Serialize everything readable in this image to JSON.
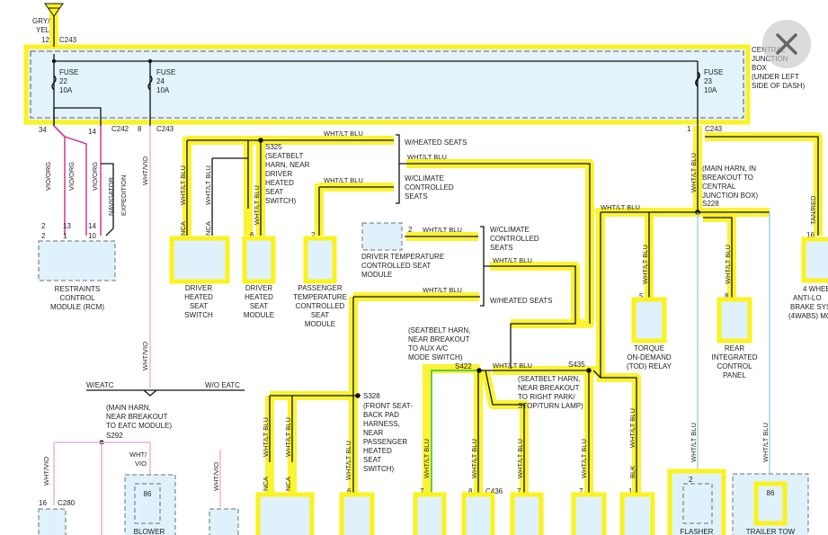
{
  "ground": {
    "label_1": "GRY/",
    "label_2": "YEL",
    "pin": "12",
    "conn": "C243"
  },
  "cjb": {
    "title_1": "CENTRAL",
    "title_2": "JUNCTION",
    "title_3": "BOX",
    "title_4": "(UNDER LEFT",
    "title_5": "SIDE OF DASH)"
  },
  "fuses": [
    {
      "label": "FUSE",
      "num": "22",
      "amp": "10A"
    },
    {
      "label": "FUSE",
      "num": "24",
      "amp": "10A"
    },
    {
      "label": "FUSE",
      "num": "23",
      "amp": "10A"
    }
  ],
  "conn_top": {
    "p34": "34",
    "p14": "14",
    "c242": "C242",
    "p8": "8",
    "c243a": "C243",
    "p1": "1",
    "c243b": "C243"
  },
  "wires": {
    "vio_org": "VIO/ORG",
    "nav": "NAVIGATOR",
    "exp": "EXPEDITION",
    "wht_vio": "WHT/VIO",
    "wht_vio_2": "WHT/VIO",
    "wht_lt_blu": "WHT/LT BLU",
    "tan_red": "TAN/RED",
    "blk": "BLK",
    "wht_1": "WHT/",
    "vio_1": "VIO"
  },
  "rcm": {
    "pins_top": [
      "2",
      "13",
      "14"
    ],
    "pins_bot": [
      "2",
      "1",
      "10"
    ],
    "name_1": "RESTRAINTS",
    "name_2": "CONTROL",
    "name_3": "MODULE (RCM)"
  },
  "splices": {
    "s325": [
      "S325",
      "(SEATBELT",
      "HARN, NEAR",
      "DRIVER",
      "HEATED",
      "SEAT",
      "SWITCH)"
    ],
    "s228": [
      "(MAIN HARN, IN",
      "BREAKOUT TO",
      "CENTRAL",
      "JUNCTION BOX)",
      "S228"
    ],
    "s328": [
      "S328",
      "(FRONT SEAT-",
      "BACK PAD",
      "HARNESS,",
      "NEAR",
      "PASSENGER",
      "HEATED",
      "SEAT",
      "SWITCH)"
    ],
    "s422": [
      "(SEATBELT HARN,",
      "NEAR BREAKOUT",
      "TO AUX A/C",
      "MODE SWITCH)",
      "S422"
    ],
    "s435": [
      "S435",
      "(SEATBELT HARN,",
      "NEAR BREAKOUT",
      "TO RIGHT PARK/",
      "STOP/TURN LAMP)"
    ],
    "s292": [
      "(MAIN HARN,",
      "NEAR BREAKOUT",
      "TO EATC MODULE)",
      "S292"
    ]
  },
  "options": {
    "heated_1": "W/HEATED SEATS",
    "climate_1": [
      "W/CLIMATE",
      "CONTROLLED",
      "SEATS"
    ],
    "climate_2": [
      "W/CLIMATE",
      "CONTROLLED",
      "SEATS"
    ],
    "heated_2": "W/HEATED SEATS",
    "eatc": "W/EATC",
    "no_eatc": "W/O EATC"
  },
  "components": {
    "nca": "NCA",
    "drv_switch": [
      "DRIVER",
      "HEATED",
      "SEAT",
      "SWITCH"
    ],
    "drv_module": [
      "DRIVER",
      "HEATED",
      "SEAT",
      "MODULE"
    ],
    "pass_temp": [
      "PASSENGER",
      "TEMPERATURE",
      "CONTROLLED",
      "SEAT",
      "MODULE"
    ],
    "drv_temp": [
      "DRIVER TEMPERATURE",
      "CONTROLLED SEAT",
      "MODULE"
    ],
    "tod": [
      "TORQUE",
      "ON-DEMAND",
      "(TOD) RELAY"
    ],
    "ric": [
      "REAR",
      "INTEGRATED",
      "CONTROL",
      "PANEL"
    ],
    "wabs": [
      "4 WHEE",
      "ANTI-LO",
      "BRAKE SYS",
      "(4WABS) MO"
    ],
    "blower": "BLOWER",
    "flasher": "FLASHER",
    "trailer": "TRAILER TOW"
  },
  "pins": {
    "p6a": "6",
    "p2a": "2",
    "p2b": "2",
    "p5": "5",
    "p8": "8",
    "p16a": "16",
    "p16b": "16",
    "c280": "C280",
    "p86a": "86",
    "p6b": "6",
    "p7a": "7",
    "p8b": "8",
    "c436": "C436",
    "p7b": "7",
    "p7c": "7",
    "p1": "1",
    "p2c": "2",
    "p86b": "86"
  }
}
